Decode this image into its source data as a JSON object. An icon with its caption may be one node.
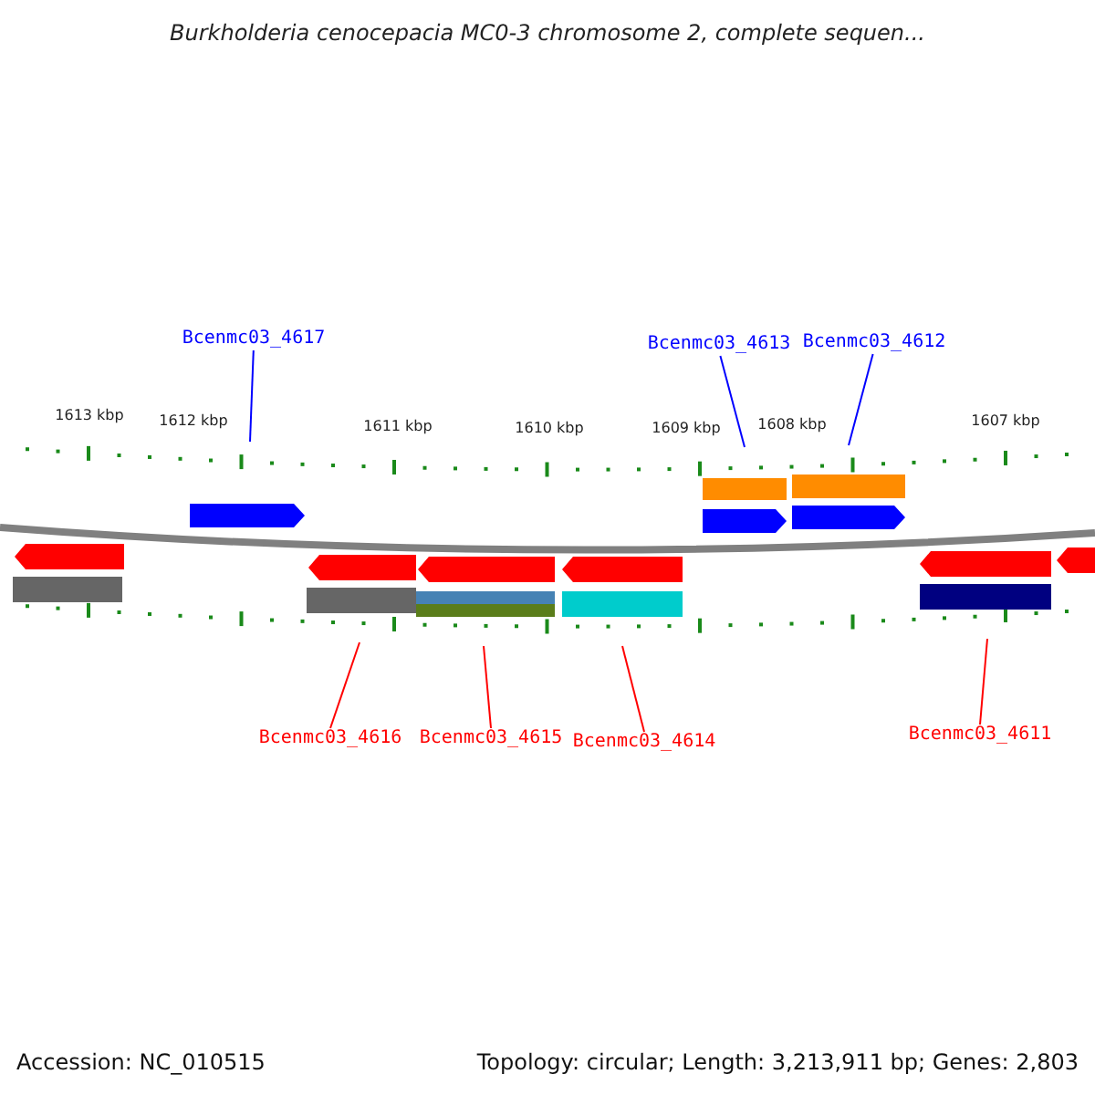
{
  "diagram": {
    "title": "Burkholderia cenocepacia MC0-3 chromosome 2, complete sequen...",
    "nodes": [
      {
        "text": [
          "Bcenmc03_4617"
        ]
      },
      {
        "text": [
          "Bcenmc03_4613"
        ]
      },
      {
        "text": [
          "Bcenmc03_4612"
        ]
      },
      {
        "text": [
          "Bcenmc03_4616"
        ]
      },
      {
        "text": [
          "Bcenmc03_4615"
        ]
      },
      {
        "text": [
          "Bcenmc03_4614"
        ]
      },
      {
        "text": [
          "Bcenmc03_4611"
        ]
      }
    ],
    "edges": [
      {
        "from": 0,
        "to": null,
        "arrow": "none",
        "color": "#0000ff"
      },
      {
        "from": 1,
        "to": null,
        "arrow": "none",
        "color": "#0000ff"
      },
      {
        "from": 2,
        "to": null,
        "arrow": "none",
        "color": "#0000ff"
      },
      {
        "from": 3,
        "to": null,
        "arrow": "none",
        "color": "#ff0000"
      },
      {
        "from": 4,
        "to": null,
        "arrow": "none",
        "color": "#ff0000"
      },
      {
        "from": 5,
        "to": null,
        "arrow": "none",
        "color": "#ff0000"
      },
      {
        "from": 6,
        "to": null,
        "arrow": "none",
        "color": "#ff0000"
      }
    ],
    "labels": [
      "1613 kbp",
      "1612 kbp",
      "1611 kbp",
      "1610 kbp",
      "1609 kbp",
      "1608 kbp",
      "1607 kbp",
      "Accession: NC_010515",
      "Topology: circular; Length: 3,213,911 bp; Genes: 2,803"
    ]
  }
}
